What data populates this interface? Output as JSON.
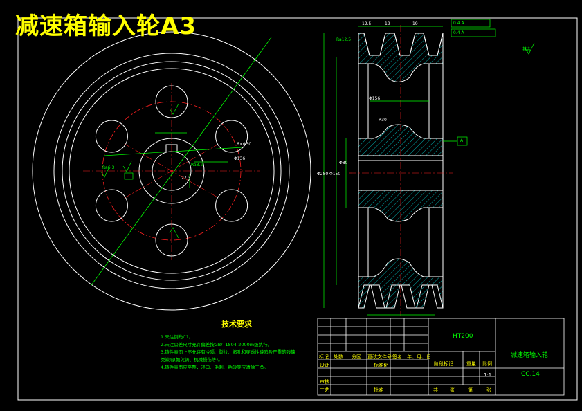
{
  "drawing_title": "减速箱输入轮A3",
  "technical_requirements": {
    "title": "技术要求",
    "items": [
      "1.未注倒角C1。",
      "2.未注公差尺寸允许偏差按GB/T1804-2000m级执行。",
      "3.铸件表面上不允许有冷隔、裂纹、缩孔和穿透性缺陷及严重的残缺",
      "  类缺陷(如欠铸、机械损伤等)。",
      "4.铸件表面应平整，浇口、毛刺、粘砂等应清除干净。"
    ]
  },
  "title_block": {
    "material": "HT200",
    "part_name": "减速箱输入轮",
    "part_code": "CC.14",
    "scale": "1:1",
    "header_labels": [
      "标记",
      "处数",
      "分区",
      "更改文件号",
      "签名",
      "年、月、日"
    ],
    "row_labels": [
      "设计",
      "标准化",
      "审核",
      "工艺",
      "批准"
    ],
    "stage_labels": [
      "阶段标记",
      "重量",
      "比例"
    ],
    "sheet_labels": [
      "共",
      "张",
      "第",
      "张"
    ]
  },
  "annotations": {
    "roughness_main": "Ra12.5",
    "roughness_other": "其余",
    "datum": "A",
    "hub_dims": [
      "12.5",
      "19",
      "19"
    ],
    "section_dims": [
      "Φ280",
      "Φ150",
      "Φ80",
      "Φ136",
      "Φ156",
      "R30"
    ],
    "front_dims": [
      "6×Φ50",
      "Ra3.2",
      "Ra6.3",
      "27.3"
    ],
    "tolerance_boxes": [
      "0.4 A",
      "0.4 A"
    ]
  }
}
